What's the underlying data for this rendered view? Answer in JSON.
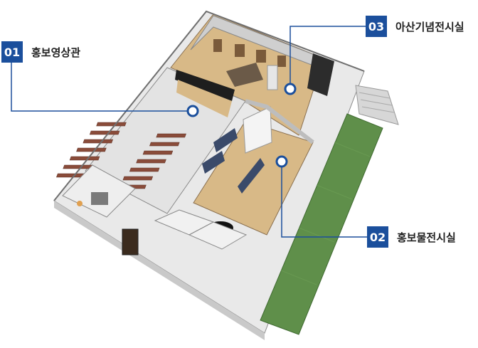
{
  "labels": [
    {
      "number": "01",
      "text": "홍보영상관"
    },
    {
      "number": "02",
      "text": "홍보물전시실"
    },
    {
      "number": "03",
      "text": "아산기념전시실"
    }
  ],
  "colors": {
    "accent": "#1b4f9c",
    "floor": "#d8b987",
    "wall": "#f2f2f2",
    "lawn": "#5f8f4a"
  }
}
